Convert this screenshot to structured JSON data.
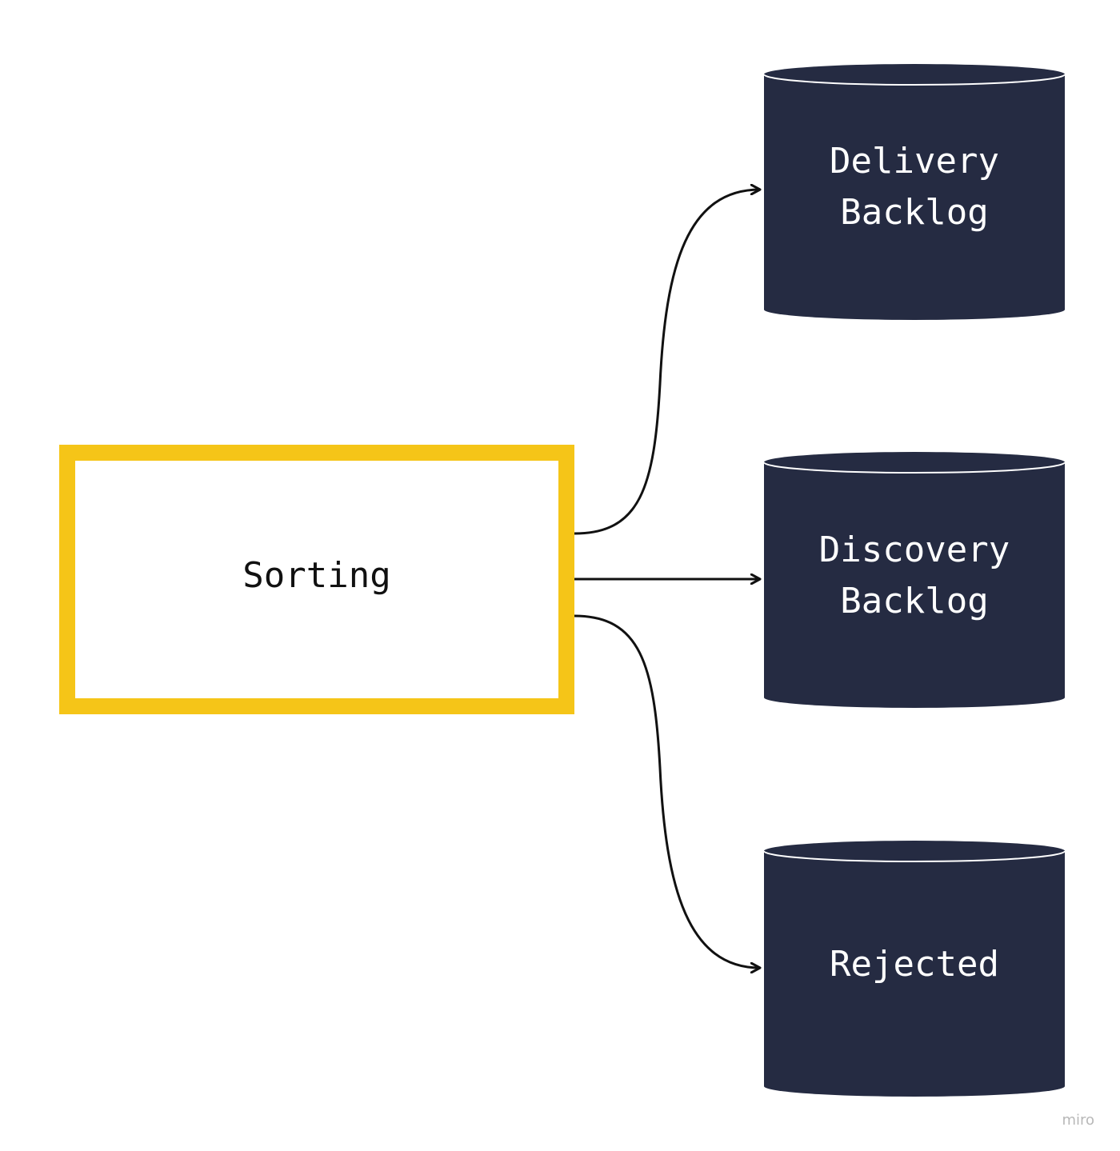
{
  "colors": {
    "background": "#ffffff",
    "process_border": "#f5c518",
    "process_fill": "#ffffff",
    "process_text": "#111111",
    "store_fill": "#252b42",
    "store_rim": "#ffffff",
    "store_text": "#ffffff",
    "connector": "#111111",
    "watermark": "#b8b8b8"
  },
  "nodes": {
    "sorting": {
      "label": "Sorting"
    },
    "delivery": {
      "label_line1": "Delivery",
      "label_line2": "Backlog"
    },
    "discovery": {
      "label_line1": "Discovery",
      "label_line2": "Backlog"
    },
    "rejected": {
      "label": "Rejected"
    }
  },
  "edges": [
    {
      "from": "sorting",
      "to": "delivery"
    },
    {
      "from": "sorting",
      "to": "discovery"
    },
    {
      "from": "sorting",
      "to": "rejected"
    }
  ],
  "watermark": "miro"
}
